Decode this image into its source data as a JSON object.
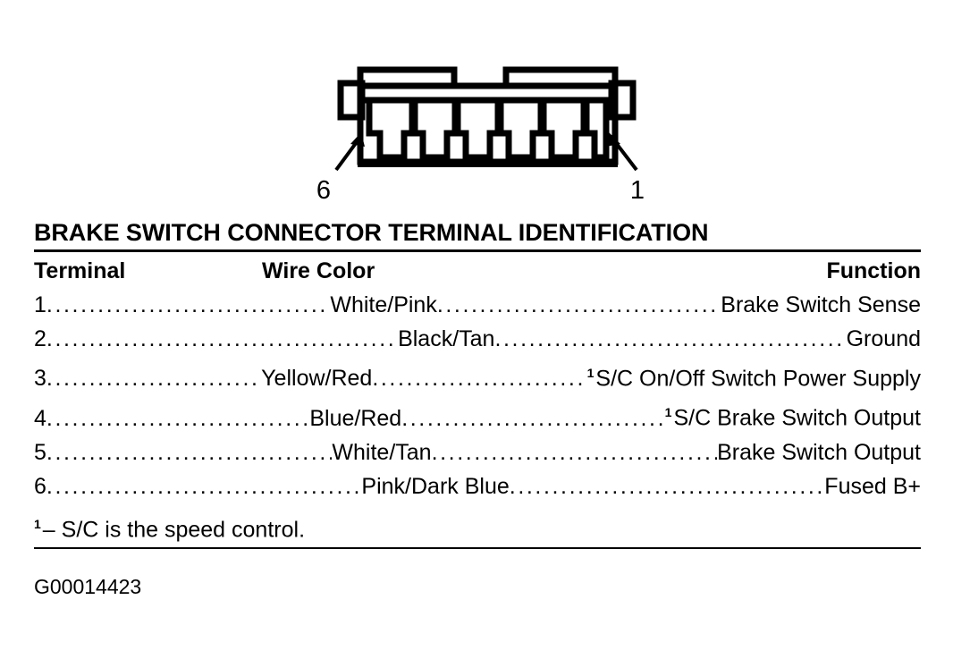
{
  "figure": {
    "name": "brake-switch-connector",
    "cavity_count": 6,
    "callouts": [
      {
        "label": "6",
        "points_to": "leftmost-cavity"
      },
      {
        "label": "1",
        "points_to": "rightmost-cavity"
      }
    ],
    "left_label": "6",
    "right_label": "1"
  },
  "table": {
    "title": "BRAKE SWITCH CONNECTOR TERMINAL IDENTIFICATION",
    "headers": {
      "terminal": "Terminal",
      "wire_color": "Wire Color",
      "function": "Function"
    },
    "rows": [
      {
        "terminal": "1",
        "wire_color": "White/Pink",
        "sup": "",
        "function": "Brake Switch Sense"
      },
      {
        "terminal": "2",
        "wire_color": "Black/Tan",
        "sup": "",
        "function": "Ground"
      },
      {
        "terminal": "3",
        "wire_color": "Yellow/Red",
        "sup": "1",
        "function": "S/C On/Off Switch Power Supply"
      },
      {
        "terminal": "4",
        "wire_color": "Blue/Red",
        "sup": "1",
        "function": "S/C Brake Switch Output"
      },
      {
        "terminal": "5",
        "wire_color": "White/Tan",
        "sup": "",
        "function": "Brake Switch Output"
      },
      {
        "terminal": "6",
        "wire_color": "Pink/Dark Blue",
        "sup": "",
        "function": "Fused B+"
      }
    ],
    "footnote": {
      "marker": "1",
      "text": "– S/C is the speed control."
    }
  },
  "figure_id": "G00014423",
  "colors": {
    "ink": "#000000",
    "paper": "#ffffff"
  }
}
